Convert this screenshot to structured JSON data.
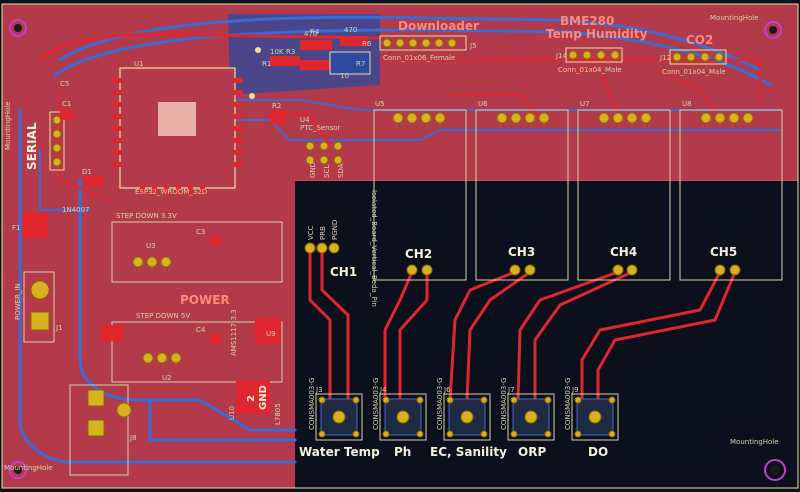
{
  "labels": {
    "downloader": "Downloader",
    "bme280": "BME280",
    "temp_humidity": "Temp Humidity",
    "co2": "CO2",
    "serial": "SERIAL",
    "power": "POWER",
    "step_down_33": "STEP DOWN 3.3V",
    "step_down_5": "STEP DOWN 5V",
    "gnd_box": "GND",
    "gnd_box_num": "2",
    "mounting_hole_tr": "MountingHole",
    "mounting_hole_tl": "MountingHole",
    "mounting_hole_bl": "MountingHole",
    "mounting_hole_br": "MountingHole",
    "esp32": "ESP32_WROOM_32D",
    "conn_01x06": "Conn_01x06_Female",
    "conn_01x04_a": "Conn_01x04_Male",
    "conn_01x04_b": "Conn_01x04_Male",
    "j5": "J5",
    "j14": "J14",
    "j12": "J12",
    "r7": "R7",
    "r2": "R2",
    "r3": "R3",
    "r4": "R4",
    "r6": "R6",
    "r1": "R1",
    "r_470a": "470",
    "r_470b": "470",
    "r_10k": "10K",
    "r_10": "10",
    "u1": "U1",
    "u2": "U2",
    "u3": "U3",
    "u4": "U4",
    "u5": "U5",
    "u6": "U6",
    "u7": "U7",
    "u8": "U8",
    "u9": "U9",
    "u10": "U10",
    "j1": "J1",
    "j8": "J8",
    "d1": "D1",
    "f1": "F1",
    "diode_1n4007": "1N4007",
    "c1": "C1",
    "c3": "C3",
    "c4": "C4",
    "c5": "C5",
    "sensor": "PTC_Sensor",
    "ch1": "CH1",
    "ch2": "CH2",
    "ch3": "CH3",
    "ch4": "CH4",
    "ch5": "CH5",
    "pin_vcc": "VCC",
    "pin_prb": "PRB",
    "pin_pgnd": "PGND",
    "pin_gnd": "GND",
    "pin_scl": "SCL",
    "pin_sda": "SDA",
    "u9_gnd": "GND",
    "ams1117": "AMS1117-3.3",
    "l7805": "L7805",
    "power_in": "POWER_IN",
    "water_temp": "Water Temp",
    "ph": "Ph",
    "ec_sanility": "EC, Sanility",
    "orp": "ORP",
    "do": "DO",
    "isolated_board": "Isolated_Board_Vertical_Beda_Pin",
    "bnc_1": "CONSMA003-G",
    "bnc_2": "CONSMA003-G",
    "bnc_3": "CONSMA003-G",
    "bnc_4": "CONSMA003-G",
    "bnc_5": "CONSMA003-G",
    "j3": "J3",
    "j4": "J4",
    "j6": "J6",
    "j7": "J7",
    "j9": "J9"
  },
  "colors": {
    "board_red": "#b23a4a",
    "board_dark": "#0c0f1c",
    "silk": "#e9e3a0",
    "pad": "#d9b020",
    "trace_red": "#e0262e",
    "trace_blue": "#3a6bd6",
    "mounting_hole": "#c040d0"
  }
}
